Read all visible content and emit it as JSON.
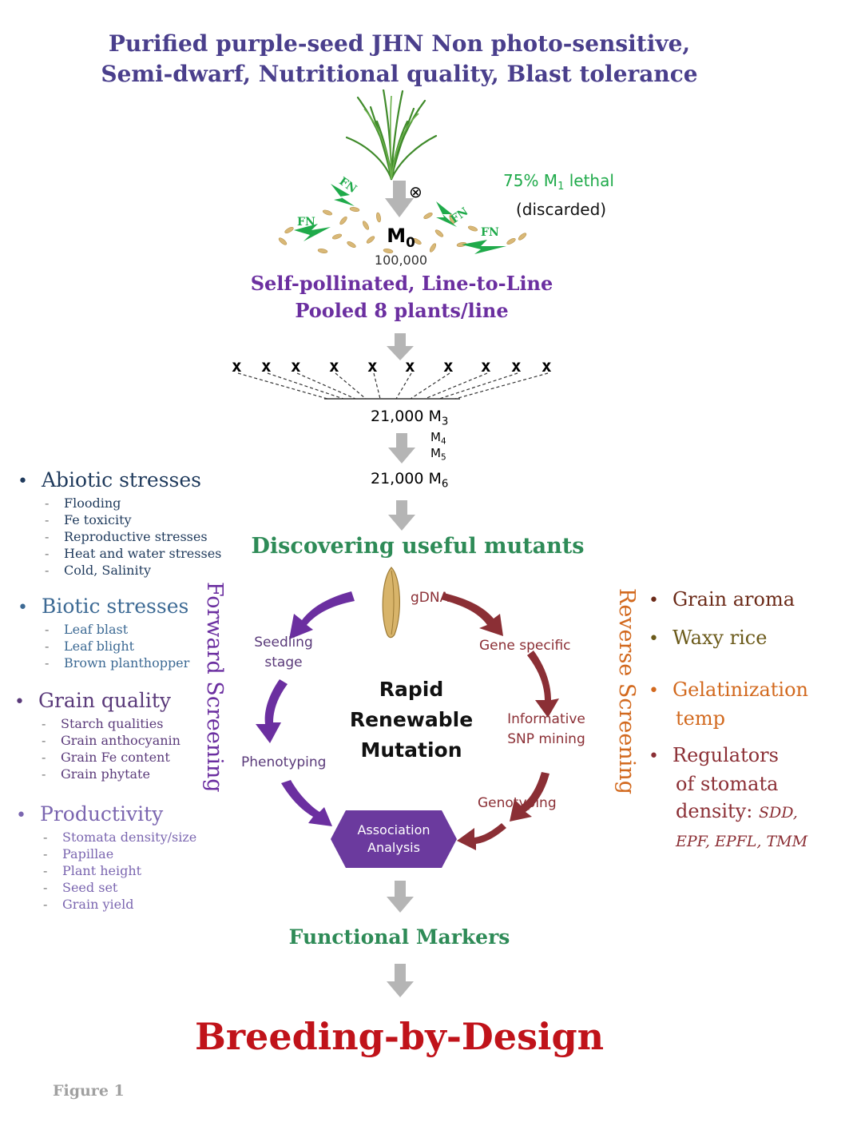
{
  "header": {
    "line1": "Purified purple-seed JHN Non photo-sensitive,",
    "line2": "Semi-dwarf, Nutritional quality, Blast tolerance"
  },
  "mutagenesis": {
    "fn_label": "FN",
    "self_symbol": "⊗",
    "lethal_pct": "75% M",
    "lethal_sub": "1",
    "lethal_word": "lethal",
    "discarded": "(discarded)",
    "m0_label": "M",
    "m0_sub": "0",
    "m0_count": "100,000"
  },
  "pollination": {
    "line1": "Self-pollinated, Line-to-Line",
    "line2": "Pooled 8 plants/line"
  },
  "cross_marks": [
    "x",
    "x",
    "x",
    "x",
    "x",
    "x",
    "x",
    "x",
    "x",
    "x"
  ],
  "generations": {
    "m3_count": "21,000 M",
    "m3_sub": "3",
    "m4": "M",
    "m4_sub": "4",
    "m5": "M",
    "m5_sub": "5",
    "m6_count": "21,000 M",
    "m6_sub": "6"
  },
  "discovering": "Discovering useful mutants",
  "cycle": {
    "gdna": "gDNA",
    "seedling1": "Seedling",
    "seedling2": "stage",
    "phenotyping": "Phenotyping",
    "gene_specific": "Gene specific",
    "snp1": "Informative",
    "snp2": "SNP mining",
    "genotyping": "Genotyping",
    "center1": "Rapid",
    "center2": "Renewable",
    "center3": "Mutation",
    "assoc1": "Association",
    "assoc2": "Analysis"
  },
  "forward_screening": "Forward Screening",
  "reverse_screening": "Reverse Screening",
  "left_panel": {
    "abiotic": {
      "title": "Abiotic stresses",
      "items": [
        "Flooding",
        "Fe toxicity",
        "Reproductive stresses",
        "Heat and water stresses",
        "Cold, Salinity"
      ]
    },
    "biotic": {
      "title": "Biotic stresses",
      "items": [
        "Leaf blast",
        "Leaf blight",
        "Brown planthopper"
      ]
    },
    "grain_quality": {
      "title": "Grain quality",
      "items": [
        "Starch qualities",
        "Grain anthocyanin",
        "Grain Fe content",
        "Grain phytate"
      ]
    },
    "productivity": {
      "title": "Productivity",
      "items": [
        "Stomata density/size",
        "Papillae",
        "Plant height",
        "Seed set",
        "Grain yield"
      ]
    }
  },
  "right_panel": {
    "aroma": "Grain aroma",
    "waxy": "Waxy rice",
    "gel1": "Gelatinization",
    "gel2": "temp",
    "reg1": "Regulators",
    "reg2": "of stomata",
    "reg3": "density:",
    "genes1": "SDD,",
    "genes2": "EPF, EPFL, TMM"
  },
  "functional_markers": "Functional Markers",
  "breeding": "Breeding-by-Design",
  "figure_label": "Figure 1",
  "colors": {
    "title_purple": "#4a3f8c",
    "purple": "#6b2fa0",
    "green": "#2e8b57",
    "bright_green": "#1faa4a",
    "maroon": "#8b2f35",
    "orange": "#d2691e",
    "olive": "#6b5a1a",
    "dark_blue": "#1f3a5c",
    "steel_blue": "#3d6a94",
    "lavender": "#7b66b0",
    "red": "#c0131a",
    "gray": "#b5b5b5"
  }
}
